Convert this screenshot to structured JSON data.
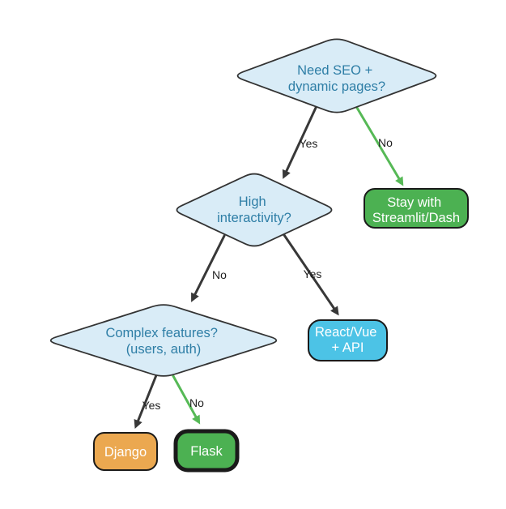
{
  "colors": {
    "background": "#ffffff",
    "decision-fill": "#d9ecf7",
    "decision-border": "#333333",
    "decision-text": "#2e7ea6",
    "result-green": "#4cb152",
    "result-cyan": "#4cc3e6",
    "result-orange": "#eba850",
    "result-border": "#1a1a1a",
    "result-text": "#ffffff",
    "edge-black": "#383838",
    "edge-green": "#56b956",
    "label-text": "#1f1f1f"
  },
  "flowchart": {
    "decisions": [
      {
        "id": "seo",
        "lines": [
          "Need SEO +",
          "dynamic pages?"
        ]
      },
      {
        "id": "interactivity",
        "lines": [
          "High",
          "interactivity?"
        ]
      },
      {
        "id": "complex",
        "lines": [
          "Complex features?",
          "(users, auth)"
        ]
      }
    ],
    "results": [
      {
        "id": "streamlit",
        "lines": [
          "Stay with",
          "Streamlit/Dash"
        ],
        "style": "green",
        "emphasized": false
      },
      {
        "id": "react",
        "lines": [
          "React/Vue",
          "+ API"
        ],
        "style": "cyan",
        "emphasized": false
      },
      {
        "id": "django",
        "lines": [
          "Django"
        ],
        "style": "orange",
        "emphasized": false
      },
      {
        "id": "flask",
        "lines": [
          "Flask"
        ],
        "style": "green",
        "emphasized": true
      }
    ],
    "edges": [
      {
        "from": "seo",
        "to": "interactivity",
        "label": "Yes",
        "color": "black"
      },
      {
        "from": "seo",
        "to": "streamlit",
        "label": "No",
        "color": "green"
      },
      {
        "from": "interactivity",
        "to": "complex",
        "label": "No",
        "color": "black"
      },
      {
        "from": "interactivity",
        "to": "react",
        "label": "Yes",
        "color": "black"
      },
      {
        "from": "complex",
        "to": "django",
        "label": "Yes",
        "color": "black"
      },
      {
        "from": "complex",
        "to": "flask",
        "label": "No",
        "color": "green"
      }
    ]
  }
}
